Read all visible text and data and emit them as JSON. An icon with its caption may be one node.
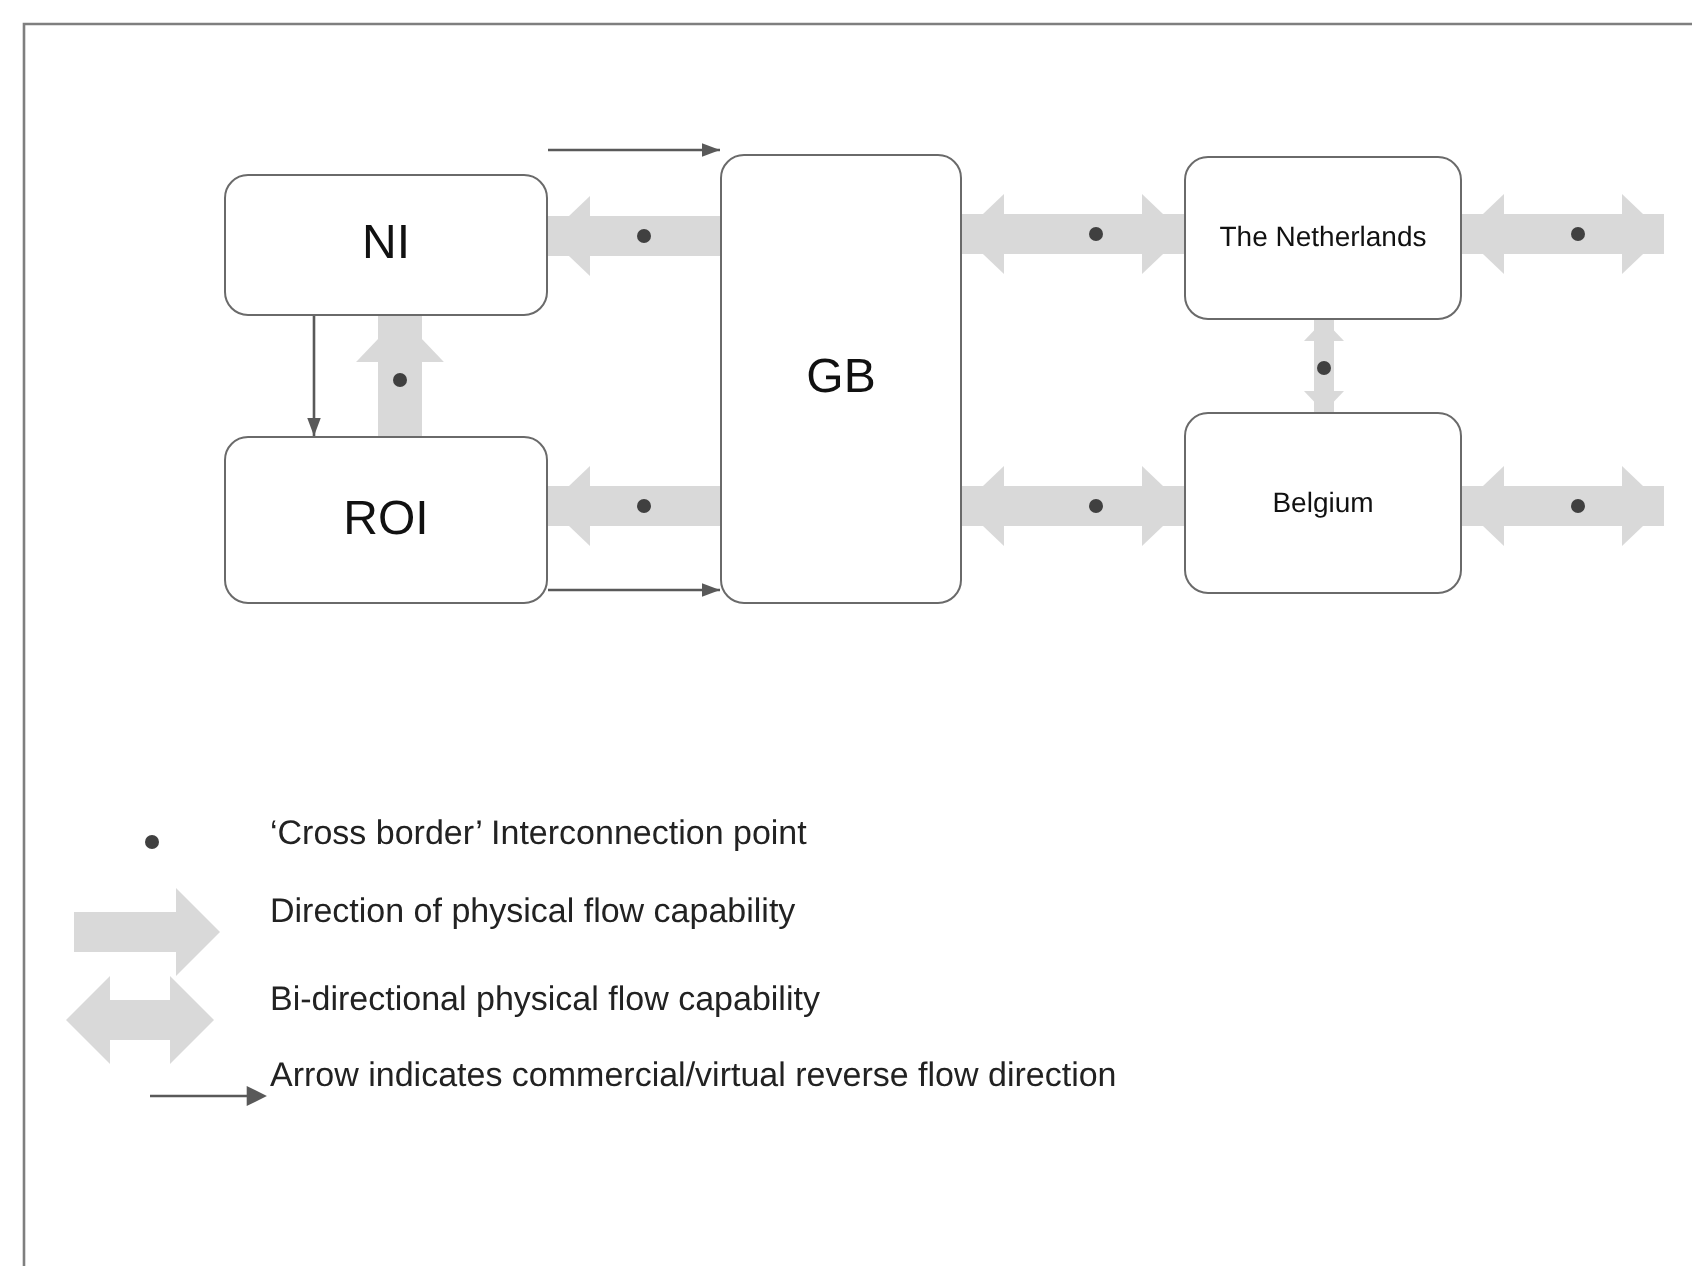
{
  "diagram": {
    "nodes": [
      {
        "text": [
          "NI"
        ]
      },
      {
        "text": [
          "GB"
        ]
      },
      {
        "text": [
          "The Netherlands"
        ]
      },
      {
        "text": [
          "ROI"
        ]
      },
      {
        "text": [
          "Belgium"
        ]
      }
    ],
    "edges": [
      {
        "from": 0,
        "to": 1,
        "arrow": "to",
        "color": "#595959"
      },
      {
        "from": 1,
        "to": 0,
        "arrow": "to"
      },
      {
        "from": 1,
        "to": 2,
        "arrow": "both"
      },
      {
        "from": 2,
        "to": null,
        "arrow": "both"
      },
      {
        "from": 0,
        "to": 3,
        "arrow": "to",
        "color": "#595959"
      },
      {
        "from": 3,
        "to": 0,
        "arrow": "to"
      },
      {
        "from": 2,
        "to": 4,
        "arrow": "both"
      },
      {
        "from": 1,
        "to": 3,
        "arrow": "to"
      },
      {
        "from": 1,
        "to": 4,
        "arrow": "both"
      },
      {
        "from": 4,
        "to": null,
        "arrow": "both"
      },
      {
        "from": 3,
        "to": 1,
        "arrow": "to",
        "color": "#595959"
      }
    ],
    "legend": [
      {
        "text": "‘Cross border’ Interconnection point"
      },
      {
        "text": "Direction of physical flow capability"
      },
      {
        "text": "Bi-directional physical flow capability"
      },
      {
        "text": "Arrow indicates commercial/virtual reverse flow direction"
      }
    ]
  }
}
